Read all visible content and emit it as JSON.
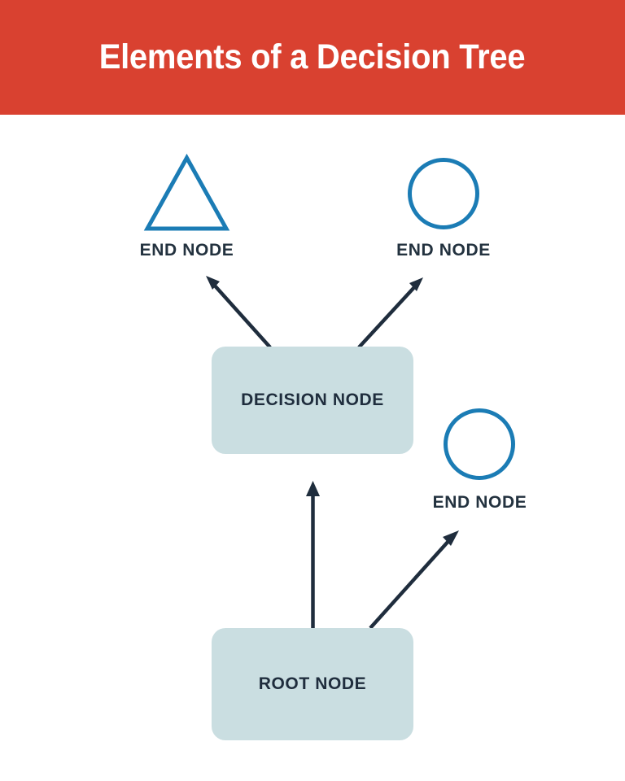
{
  "header": {
    "title": "Elements of a Decision Tree",
    "background_color": "#d94130",
    "text_color": "#ffffff"
  },
  "theme": {
    "page_background": "#ffffff",
    "shape_outline_color": "#1b7cb5",
    "box_fill_color": "#cadee1",
    "text_color": "#1f2d3d",
    "arrow_color": "#1f2d3d"
  },
  "diagram": {
    "type": "decision-tree",
    "nodes": [
      {
        "id": "end-node-triangle",
        "label": "END NODE",
        "shape": "triangle",
        "role": "end",
        "outline_color": "#1b7cb5"
      },
      {
        "id": "end-node-circle-top",
        "label": "END NODE",
        "shape": "circle",
        "role": "end",
        "outline_color": "#1b7cb5"
      },
      {
        "id": "decision-node",
        "label": "DECISION NODE",
        "shape": "rounded-rectangle",
        "role": "decision",
        "fill_color": "#cadee1"
      },
      {
        "id": "end-node-circle-mid",
        "label": "END NODE",
        "shape": "circle",
        "role": "end",
        "outline_color": "#1b7cb5"
      },
      {
        "id": "root-node",
        "label": "ROOT NODE",
        "shape": "rounded-rectangle",
        "role": "root",
        "fill_color": "#cadee1"
      }
    ],
    "edges": [
      {
        "from": "decision-node",
        "to": "end-node-triangle",
        "direction": "up-left"
      },
      {
        "from": "decision-node",
        "to": "end-node-circle-top",
        "direction": "up-right"
      },
      {
        "from": "root-node",
        "to": "decision-node",
        "direction": "up"
      },
      {
        "from": "root-node",
        "to": "end-node-circle-mid",
        "direction": "up-right"
      }
    ]
  }
}
